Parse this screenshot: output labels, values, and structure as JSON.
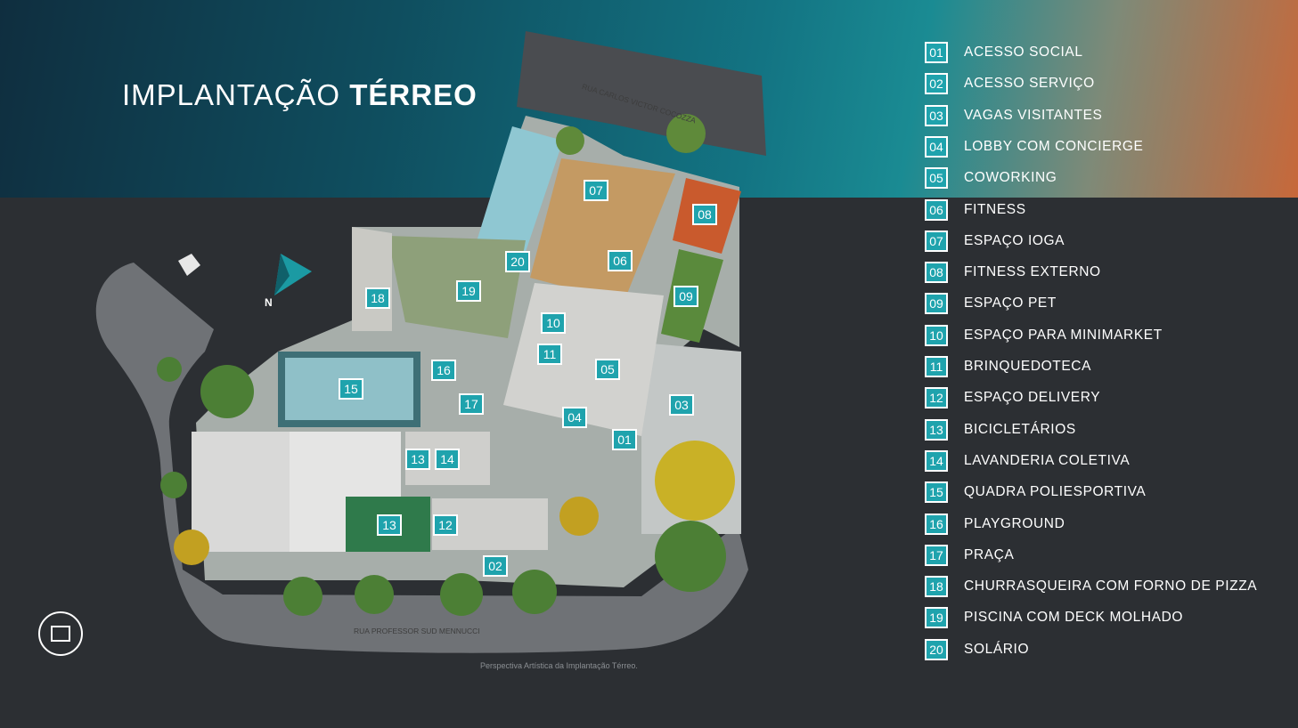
{
  "title": {
    "light": "IMPLANTAÇÃO",
    "bold": "TÉRREO"
  },
  "legend": [
    {
      "num": "01",
      "label": "ACESSO SOCIAL"
    },
    {
      "num": "02",
      "label": "ACESSO SERVIÇO"
    },
    {
      "num": "03",
      "label": "VAGAS VISITANTES"
    },
    {
      "num": "04",
      "label": "LOBBY COM CONCIERGE"
    },
    {
      "num": "05",
      "label": "COWORKING"
    },
    {
      "num": "06",
      "label": "FITNESS"
    },
    {
      "num": "07",
      "label": "ESPAÇO IOGA"
    },
    {
      "num": "08",
      "label": "FITNESS EXTERNO"
    },
    {
      "num": "09",
      "label": "ESPAÇO PET"
    },
    {
      "num": "10",
      "label": "ESPAÇO PARA MINIMARKET"
    },
    {
      "num": "11",
      "label": "BRINQUEDOTECA"
    },
    {
      "num": "12",
      "label": "ESPAÇO DELIVERY"
    },
    {
      "num": "13",
      "label": "BICICLETÁRIOS"
    },
    {
      "num": "14",
      "label": "LAVANDERIA COLETIVA"
    },
    {
      "num": "15",
      "label": "QUADRA POLIESPORTIVA"
    },
    {
      "num": "16",
      "label": "PLAYGROUND"
    },
    {
      "num": "17",
      "label": "PRAÇA"
    },
    {
      "num": "18",
      "label": "CHURRASQUEIRA COM FORNO DE PIZZA"
    },
    {
      "num": "19",
      "label": "PISCINA COM DECK MOLHADO"
    },
    {
      "num": "20",
      "label": "SOLÁRIO"
    }
  ],
  "map_badges": [
    "07",
    "08",
    "06",
    "20",
    "19",
    "18",
    "09",
    "10",
    "11",
    "05",
    "16",
    "15",
    "17",
    "03",
    "04",
    "01",
    "13",
    "14",
    "13",
    "12",
    "02"
  ],
  "streets": {
    "top": "RUA CARLOS VICTOR COCOZZA",
    "bottom": "RUA PROFESSOR SUD MENNUCCI"
  },
  "north": "N",
  "caption": "Perspectiva Artística da Implantação Térreo.",
  "colors": {
    "accent": "#1fa3ad",
    "background": "#2c2f33"
  }
}
